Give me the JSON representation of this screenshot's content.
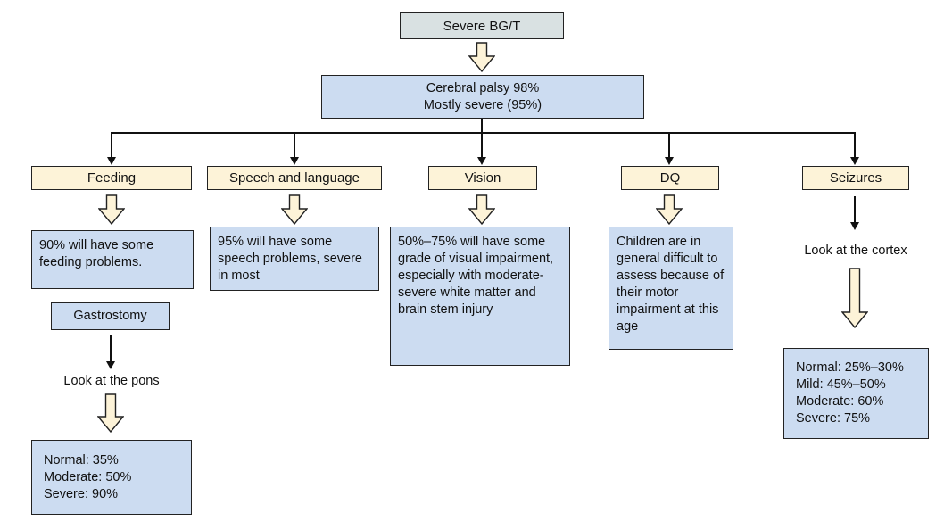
{
  "diagram": {
    "root": {
      "label": "Severe BG/T"
    },
    "summary": {
      "line1": "Cerebral palsy 98%",
      "line2": "Mostly severe (95%)"
    },
    "branches": [
      {
        "label": "Feeding",
        "box": "90% will have some feeding problems.",
        "sub_box": "Gastrostomy",
        "note": "Look at the pons",
        "outcomes": [
          "Normal: 35%",
          "Moderate: 50%",
          "Severe: 90%"
        ]
      },
      {
        "label": "Speech and language",
        "box": "95% will have some speech problems, severe in most"
      },
      {
        "label": "Vision",
        "box": "50%–75% will have some grade of visual impairment, especially with moderate-severe white matter and brain stem injury"
      },
      {
        "label": "DQ",
        "box": "Children are in general difficult to assess because of their motor impairment at this age"
      },
      {
        "label": "Seizures",
        "note": "Look at the cortex",
        "outcomes": [
          "Normal: 25%–30%",
          "Mild: 45%–50%",
          "Moderate: 60%",
          "Severe: 75%"
        ]
      }
    ],
    "colors": {
      "root_box": "#d9e1e2",
      "content_box": "#ccdcf1",
      "category_box": "#fdf3d8",
      "arrow_fill": "#fdf3d8",
      "border": "#222222"
    }
  }
}
